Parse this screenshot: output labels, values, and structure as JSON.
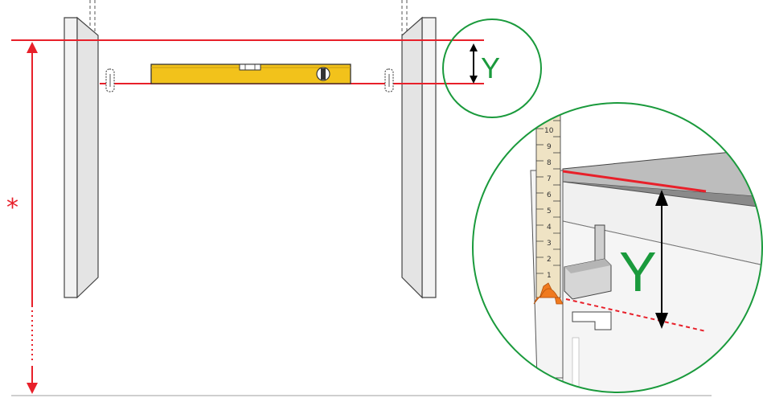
{
  "labels": {
    "small_callout": "Y",
    "detail_callout": "Y",
    "height_marker": "*"
  },
  "ruler": {
    "numbers": [
      "1",
      "2",
      "3",
      "4",
      "5",
      "6",
      "7",
      "8",
      "9",
      "10"
    ]
  },
  "icons": {
    "level_tool": "spirit-level-icon",
    "mounting_bracket": "wall-bracket-icon"
  },
  "colors": {
    "reference_line": "#e8202a",
    "callout_circle": "#1a9a3c",
    "label_green": "#1a9a3c",
    "level_body": "#f2c21b",
    "ruler": "#efe3c4",
    "ruler_foot": "#f07a1e",
    "panel": "#eeeeee",
    "panel_edge": "#444444"
  }
}
